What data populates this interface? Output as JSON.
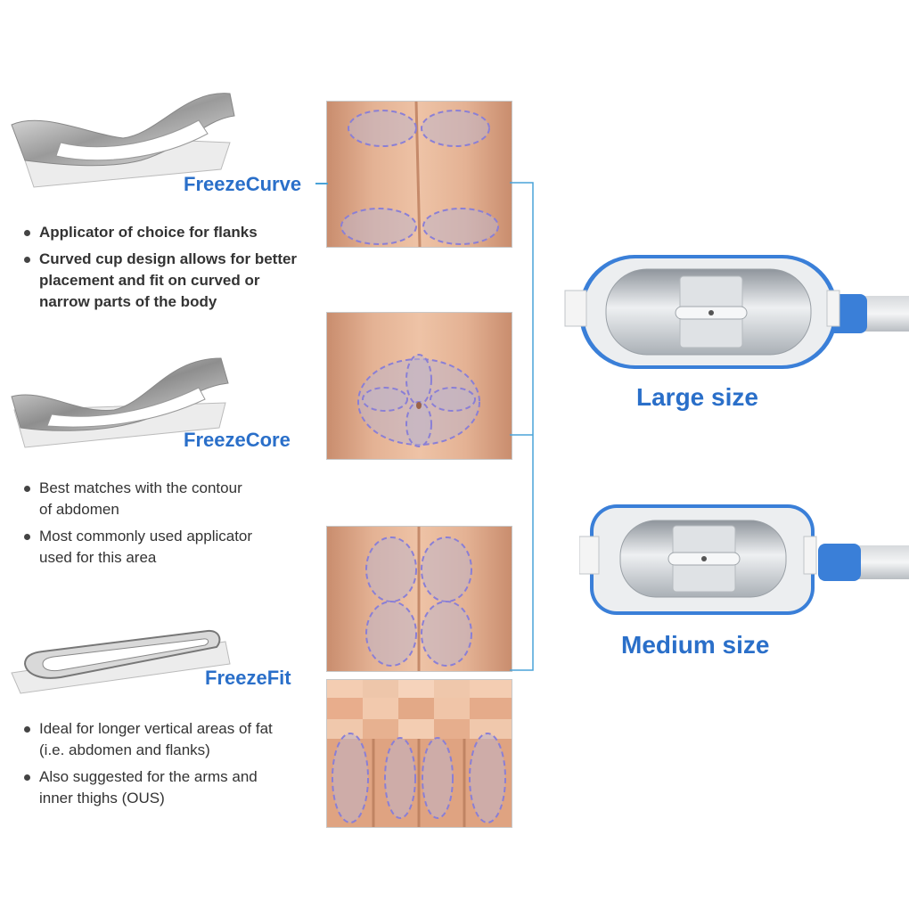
{
  "applicators": [
    {
      "name": "FreezeCurve",
      "bullets": [
        "Applicator of choice for flanks",
        "Curved cup design allows for better placement and fit on curved or narrow parts of the body"
      ]
    },
    {
      "name": "FreezeCore",
      "bullets": [
        "Best matches with the contour of abdomen",
        "Most commonly used applicator used for this area"
      ]
    },
    {
      "name": "FreezeFit",
      "bullets": [
        "Ideal for longer vertical areas of fat (i.e. abdomen and flanks)",
        "Also suggested for the arms and inner thighs (OUS)"
      ]
    }
  ],
  "handpieces": [
    {
      "label": "Large size"
    },
    {
      "label": "Medium size"
    }
  ],
  "colors": {
    "accent_blue": "#2a6fc9",
    "zone_outline": "#8a7fd6",
    "handpiece_blue": "#3a7fd8"
  },
  "icons": {
    "curve_applicator": "curved-applicator-icon",
    "core_applicator": "core-applicator-icon",
    "fit_applicator": "fit-applicator-icon"
  }
}
